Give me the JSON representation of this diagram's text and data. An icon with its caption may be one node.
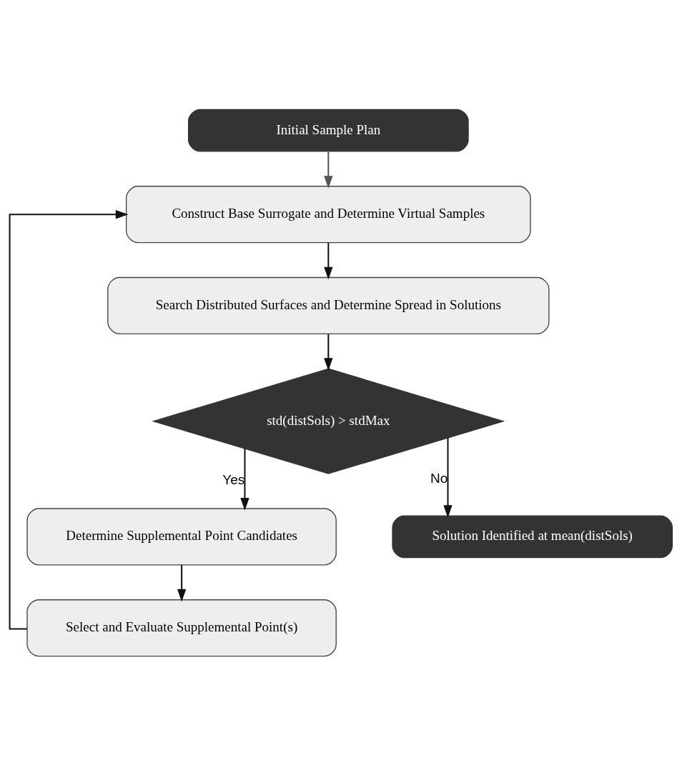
{
  "diagram": {
    "nodes": [
      {
        "text": [
          "Initial Sample Plan"
        ]
      },
      {
        "text": [
          "Construct Base Surrogate and Determine Virtual Samples"
        ]
      },
      {
        "text": [
          "Search Distributed Surfaces and Determine Spread in Solutions"
        ]
      },
      {
        "text": [
          "std(distSols) > stdMax"
        ]
      },
      {
        "text": [
          "Determine Supplemental Point Candidates"
        ]
      },
      {
        "text": [
          "Select and Evaluate Supplemental Point(s)"
        ]
      },
      {
        "text": [
          "Solution Identified at mean(distSols)"
        ]
      }
    ],
    "edges": [
      {
        "from": 0,
        "to": 1,
        "arrow": "to",
        "color": "#555555"
      },
      {
        "from": 1,
        "to": 2,
        "arrow": "to"
      },
      {
        "from": 2,
        "to": 3,
        "arrow": "to"
      },
      {
        "from": 3,
        "to": 4,
        "arrow": "to",
        "label": "Yes"
      },
      {
        "from": 4,
        "to": 5,
        "arrow": "to"
      },
      {
        "from": 5,
        "to": 1,
        "arrow": "to"
      },
      {
        "from": 3,
        "to": 6,
        "arrow": "to",
        "label": "No"
      }
    ]
  }
}
